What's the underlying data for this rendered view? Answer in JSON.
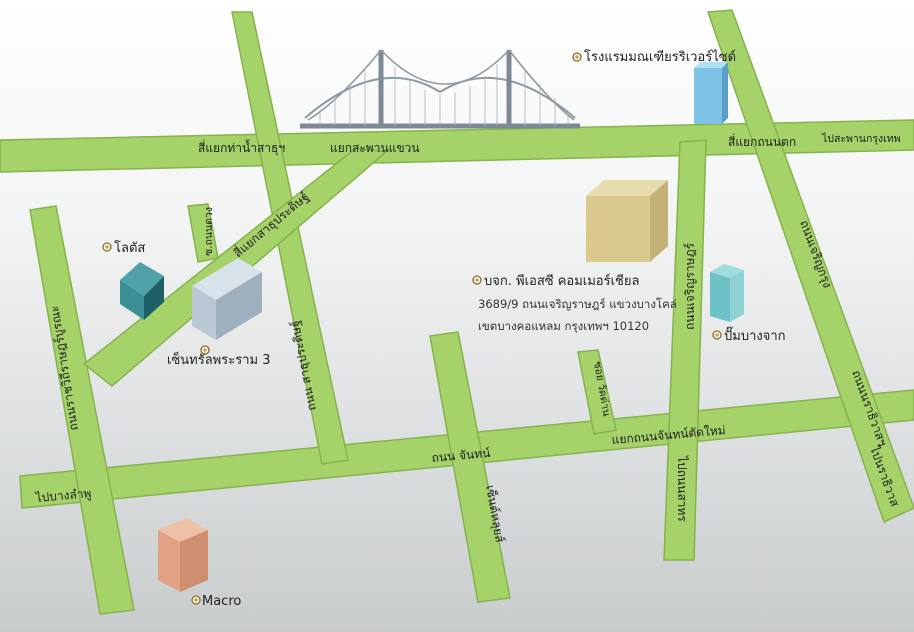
{
  "map": {
    "roads": {
      "top_road_west": "สี่แยกท่าน้ำสาธุฯ",
      "top_road_mid": "แยกสะพานแขวน",
      "top_road_east": "สี่แยกถนนตก",
      "to_krungthep_bridge": "ไปสะพานกรุงเทพ",
      "sathupradit_junction": "สี่แยกสาธุประดิษฐ์",
      "soi_left": "ซ.ถนนตวง",
      "rama3_left_vertical": "ถนนพระราม 3",
      "rama3_left_vertical_2": "ถนนราชวิถีราษฎร์บูรณะ",
      "sathupradit_road": "ถนน สาธุประดิษฐ์",
      "charoenrat_road": "ถนนเจริญราษฎร์",
      "charoenkrung_road": "ถนนเจริญกรุง",
      "chan_road": "ถนน จันทน์",
      "new_chan_junction": "แยกถนนจันทน์ตัดใหม่",
      "soi_wat_dan": "ซอย วัดด่าน",
      "to_bang_lamphu": "ไปบางลำพู",
      "to_chan_sukhon": "เซ็นต์หลุยส์",
      "to_nonsi": "ไปถนนสาทร",
      "to_narathiwat": "ไปนราธิวาส",
      "narathiwat_vertical": "ถนนนราธิวาสฯ"
    },
    "pois": {
      "hotel": "โรงแรมมณเฑียรริเวอร์ไซด์",
      "lotus": "โลตัส",
      "central": "เซ็นทรัลพระราม 3",
      "company": "บจก. พีเอสซี คอมเมอร์เชียล",
      "address_line1": "3689/9 ถนนเจริญราษฎร์ แขวงบางโคล่",
      "address_line2": "เขตบางคอแหลม กรุงเทพฯ 10120",
      "gas_station": "ปั๊มบางจาก",
      "macro": "Macro"
    },
    "colors": {
      "road": "#a6d26a",
      "road_edge": "#86b24c",
      "hotel_building": "#7fc2e8",
      "lotus_building": "#2e7d83",
      "central_building": "#b9c8d4",
      "company_building": "#d9c98e",
      "gas_building": "#6cc2c6",
      "macro_building": "#e0a184",
      "bridge": "#7d8a93",
      "poi_marker": "#c9a24a"
    }
  }
}
